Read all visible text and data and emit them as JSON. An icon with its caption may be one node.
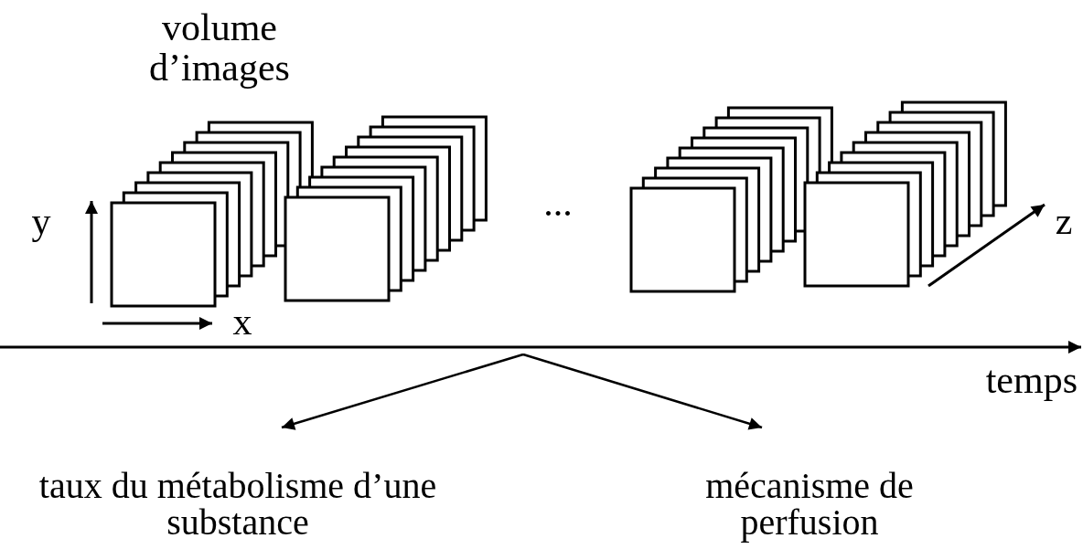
{
  "diagram": {
    "nodes": [
      {
        "text": [
          "taux du métabolisme d’une substance"
        ]
      },
      {
        "text": [
          "mécanisme de perfusion"
        ]
      }
    ],
    "edges": [
      {
        "from": null,
        "to": 0,
        "arrow": "to"
      },
      {
        "from": null,
        "to": 1,
        "arrow": "to"
      }
    ],
    "labels": [
      "volume d’images",
      "y",
      "...",
      "z",
      "x",
      "temps"
    ]
  }
}
